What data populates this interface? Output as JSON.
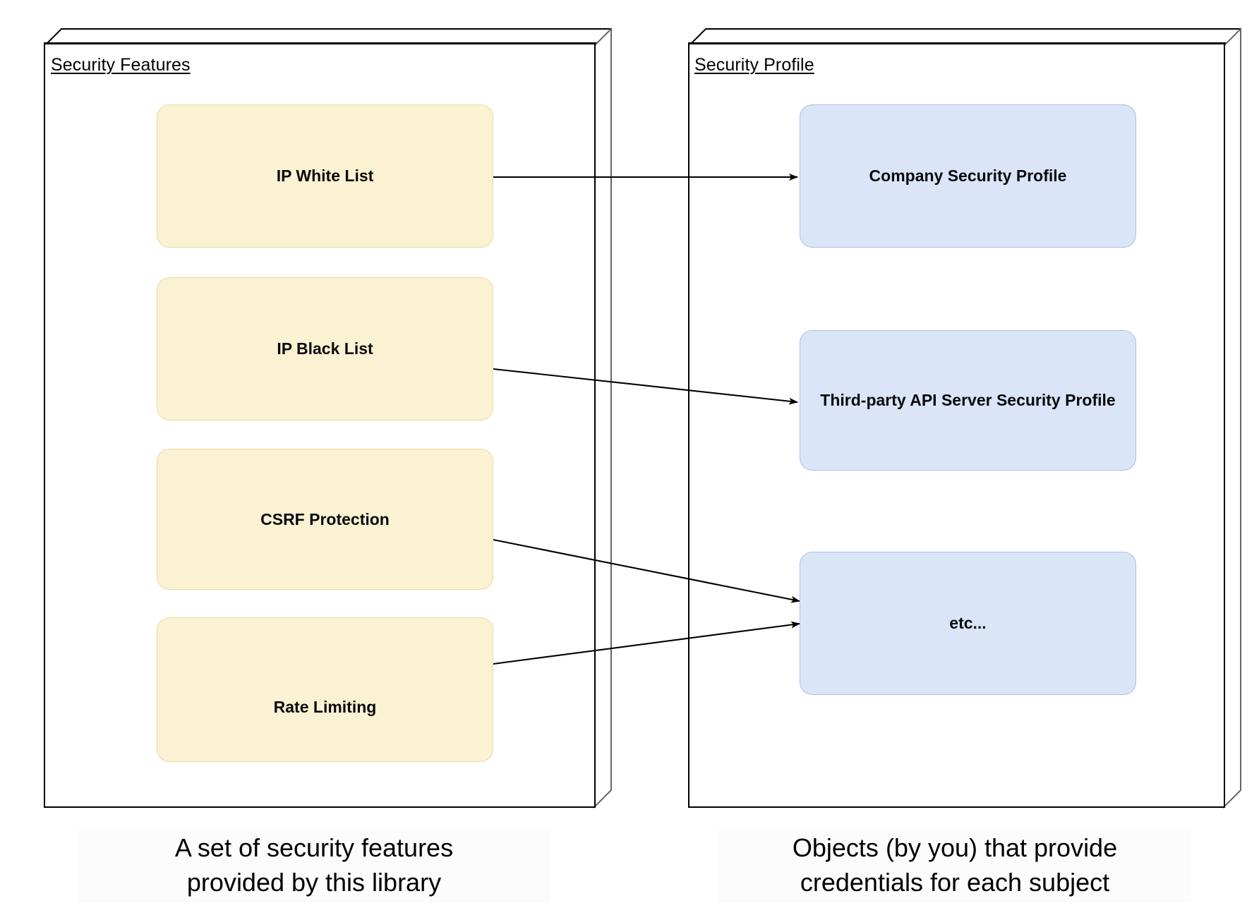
{
  "diagram": {
    "title_hidden": "",
    "containers": [
      {
        "id": "security-features",
        "title": "Security Features",
        "caption": "A set of security features provided by this library",
        "caption_line1": "A set of security features",
        "caption_line2": "provided by this library"
      },
      {
        "id": "security-profile",
        "title": "Security Profile",
        "caption": "Objects (by you) that provide credentials for each subject",
        "caption_line1": "Objects (by you) that provide",
        "caption_line2": "credentials for each subject"
      }
    ],
    "features": [
      {
        "id": "ip-white-list",
        "label": "IP White List"
      },
      {
        "id": "ip-black-list",
        "label": "IP Black List"
      },
      {
        "id": "csrf-protection",
        "label": "CSRF Protection"
      },
      {
        "id": "rate-limiting",
        "label": "Rate Limiting"
      }
    ],
    "profiles": [
      {
        "id": "company-security-profile",
        "label": "Company Security Profile"
      },
      {
        "id": "third-party-api-profile",
        "label": "Third-party API Server Security Profile"
      },
      {
        "id": "etc-profile",
        "label": "etc..."
      }
    ],
    "connections": [
      {
        "id": "conn-white-to-company",
        "from": "ip-white-list",
        "to": "company-security-profile"
      },
      {
        "id": "conn-black-to-thirdparty",
        "from": "ip-black-list",
        "to": "third-party-api-profile"
      },
      {
        "id": "conn-csrf-to-etc",
        "from": "csrf-protection",
        "to": "etc-profile"
      },
      {
        "id": "conn-rate-to-etc",
        "from": "rate-limiting",
        "to": "etc-profile"
      }
    ],
    "colors": {
      "feature_fill": "#FBF2D4",
      "feature_border": "#EED9A0",
      "profile_fill": "#DAE6F8",
      "profile_border": "#A9C0E4",
      "frame_stroke": "#000000",
      "frame_side_stroke": "#666666",
      "connector_stroke": "#000000",
      "page_background": "#FFFFFF",
      "caption_background": "#FCFCFC"
    }
  }
}
